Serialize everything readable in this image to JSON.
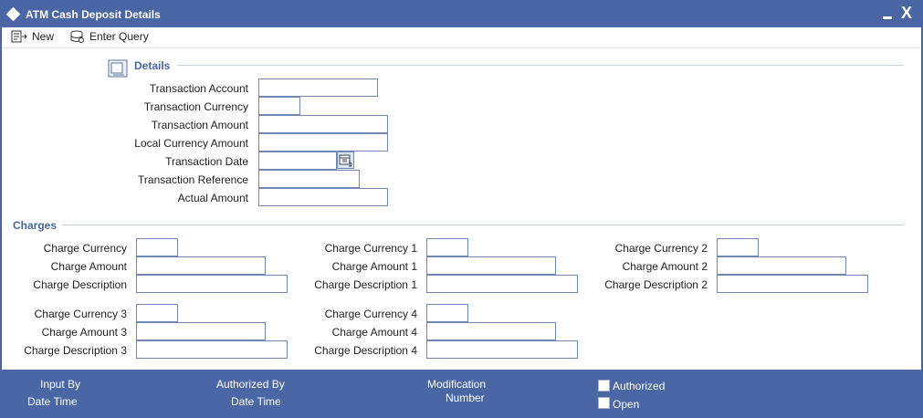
{
  "window": {
    "title": "ATM Cash Deposit Details",
    "close_glyph": "X"
  },
  "toolbar": {
    "new_label": "New",
    "enter_query_label": "Enter Query"
  },
  "details": {
    "title": "Details",
    "transaction_account_label": "Transaction Account",
    "transaction_currency_label": "Transaction Currency",
    "transaction_amount_label": "Transaction Amount",
    "local_currency_amount_label": "Local Currency Amount",
    "transaction_date_label": "Transaction Date",
    "transaction_reference_label": "Transaction Reference",
    "actual_amount_label": "Actual Amount"
  },
  "charges": {
    "title": "Charges",
    "charge_currency_label": "Charge Currency",
    "charge_amount_label": "Charge Amount",
    "charge_description_label": "Charge Description",
    "charge_currency_1_label": "Charge Currency 1",
    "charge_amount_1_label": "Charge Amount 1",
    "charge_description_1_label": "Charge Description 1",
    "charge_currency_2_label": "Charge Currency 2",
    "charge_amount_2_label": "Charge Amount 2",
    "charge_description_2_label": "Charge Description 2",
    "charge_currency_3_label": "Charge Currency 3",
    "charge_amount_3_label": "Charge Amount 3",
    "charge_description_3_label": "Charge Description 3",
    "charge_currency_4_label": "Charge Currency 4",
    "charge_amount_4_label": "Charge Amount 4",
    "charge_description_4_label": "Charge Description 4"
  },
  "footer": {
    "input_by_label": "Input By",
    "date_time_label_1": "Date Time",
    "authorized_by_label": "Authorized By",
    "date_time_label_2": "Date Time",
    "modification_label": "Modification",
    "number_label": "Number",
    "authorized_checkbox_label": "Authorized",
    "open_checkbox_label": "Open",
    "authorized_checked": false,
    "open_checked": false
  },
  "colors": {
    "accent": "#4a66a5",
    "field_border": "#6f88b3",
    "section_line": "#c8d0de"
  }
}
